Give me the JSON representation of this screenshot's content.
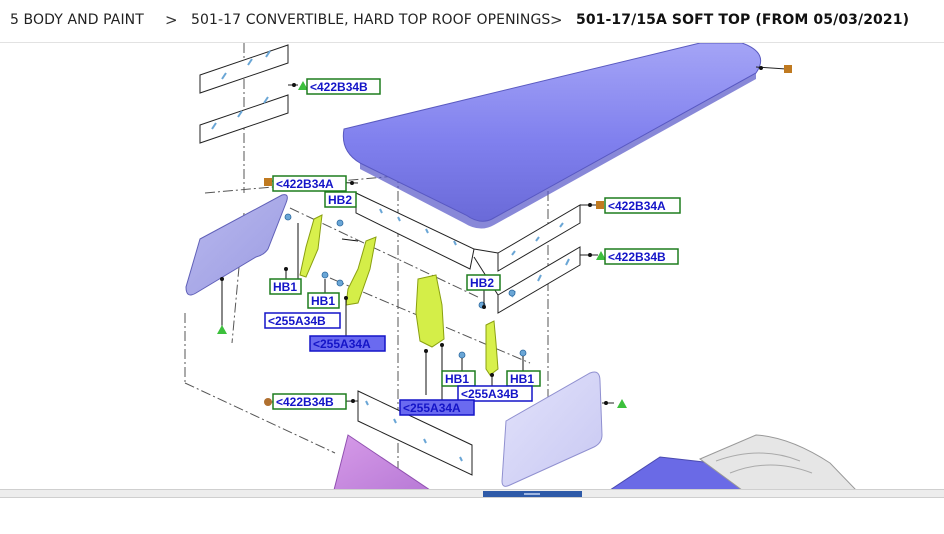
{
  "breadcrumb": {
    "items": [
      "5 BODY AND PAINT",
      "501-17 CONVERTIBLE, HARD TOP ROOF OPENINGS",
      "501-17/15A SOFT TOP (FROM 05/03/2021)"
    ],
    "separator": ">"
  },
  "diagram": {
    "callouts": {
      "c1": "<422B34B",
      "c2": "<422B34A",
      "c3": "HB2",
      "c4": "<422B34A",
      "c5": "<422B34B",
      "c6": "HB1",
      "c7": "HB1",
      "c8": "<255A34B",
      "c9": "<255A34A",
      "c10": "HB2",
      "c11": "HB1",
      "c12": "HB1",
      "c13": "<255A34B",
      "c14": "<422B34B",
      "c15": "<255A34A"
    },
    "colors": {
      "green_label_border": "#1e7d1e",
      "blue_label_text": "#1414c8",
      "highlight_fill": "#6a6af0",
      "roof_panel": "#8484f0",
      "bracket": "#d6f04a",
      "marker_orange": "#c07a20",
      "marker_green": "#3cc03c"
    }
  }
}
